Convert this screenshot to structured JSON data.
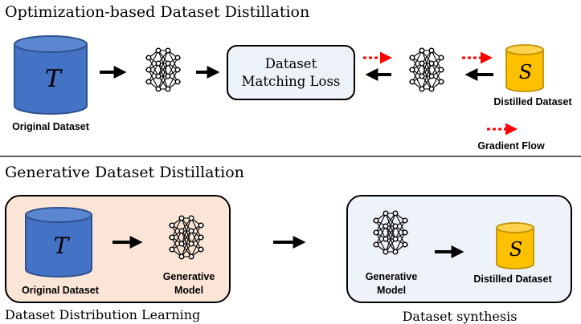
{
  "top": {
    "title": "Optimization-based Dataset Distillation",
    "original_symbol": "T",
    "original_label": "Original Dataset",
    "loss_line1": "Dataset",
    "loss_line2": "Matching Loss",
    "distilled_symbol": "S",
    "distilled_label": "Distilled Dataset",
    "gradient_label": "Gradient Flow"
  },
  "bottom": {
    "title": "Generative Dataset Distillation",
    "left_box": {
      "original_symbol": "T",
      "original_label": "Original Dataset",
      "model_line1": "Generative",
      "model_line2": "Model",
      "caption": "Dataset Distribution Learning"
    },
    "right_box": {
      "model_line1": "Generative",
      "model_line2": "Model",
      "distilled_symbol": "S",
      "distilled_label": "Distilled Dataset",
      "caption": "Dataset synthesis"
    }
  },
  "colors": {
    "blue_cylinder": "#4472c4",
    "blue_cylinder_top": "#5b86d0",
    "gold_cylinder": "#ffc000",
    "gold_cylinder_top": "#ffd34d",
    "loss_box_fill": "#eef2f9",
    "left_panel_fill": "#fbe5d6",
    "right_panel_fill": "#eef2f9",
    "gradient_arrow": "#ff0000"
  },
  "icons": {
    "dataset": "cylinder-icon",
    "network": "neural-network-icon"
  }
}
